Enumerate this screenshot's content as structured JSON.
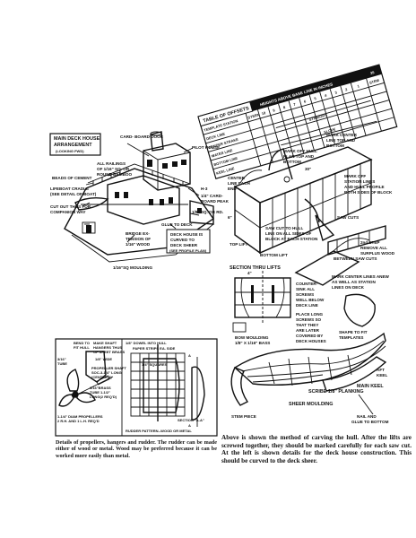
{
  "offsets_table": {
    "title": "TABLE OF OFFSETS",
    "heights_header": "HEIGHTS ABOVE BASE LINE IN INCHES",
    "col_stern": "STERN",
    "col_numbers": [
      "10",
      "9",
      "8",
      "7",
      "6",
      "5",
      "4",
      "3",
      "2",
      "1"
    ],
    "col_stem": "STEM",
    "rows": [
      "TEMPLATE STATION",
      "DECK LINE",
      "FENDER STRAKE",
      "WATER LINE",
      "BOTTOM LINE",
      "KEEL LINE"
    ],
    "note_straight": "STRAIGHT",
    "note_slope": "SLOPE"
  },
  "deck_house": {
    "title": "MAIN DECK HOUSE ARRANGEMENT",
    "subtitle": "(LOOKING FWD)",
    "labels": {
      "card_board_door": "CARD- BOARD DOOR",
      "pilot_house": "PILOT HOUSE",
      "railings": "ALL RAILINGS OF 1/16\" SQ. OR ROUND BAMBOO",
      "beads": "BEADS OF CEMENT",
      "lifeboat": "LIFEBOAT CRADLE (SEE DETAIL OF BOAT)",
      "cut_out": "CUT OUT THUS FOR COMPANION WAY",
      "card_peak": "1/4\" CARD- BOARD PEAK",
      "rd": "1/8\" SQ. OR RD.",
      "glue": "GLUE TO DECK",
      "bridge": "BRIDGE EX- TENSION OF 1/16\" WOOD",
      "curved": "DECK HOUSE IS CURVED TO DECK SHEER",
      "see_profile": "(SEE PROFILE PLAN)",
      "moulding": "1/16\"SQ MOULDING",
      "h3": "H-3"
    }
  },
  "hull": {
    "labels": {
      "mark_off_hull": "MARK OFF HULL PLAN TOP AND BOTTOM",
      "mark_center": "MARK CENTER LINE TOP AND BOTTOM",
      "center_line": "CENTER LINE EACH END",
      "mark_stations": "MARK OFF STATION LINES AND HULL PROFILE BOTH SIDES OF BLOCK",
      "dim_30": "30\"",
      "dim_6": "6\"",
      "saw_cut": "SAW CUT TO HULL LINE ON ALL SIDES OF BLOCK AT EACH STATION",
      "saw_cuts": "SAW CUTS",
      "top_lift": "TOP LIFT",
      "bottom_lift": "BOTTOM LIFT",
      "step2": "2nd STEP REMOVE ALL SURPLUS WOOD BETWEEN SAW CUTS",
      "section": "SECTION THRU LIFTS",
      "countersink": "COUNTER- SINK ALL SCREWS WELL BELOW DECK LINE",
      "long_screws": "PLACE LONG SCREWS SO THAT THEY ARE LATER COVERED BY DECK HOUSES",
      "mark_center2": "MARK CENTER LINES ANEW AS WELL AS STATION LINES ON DECK",
      "shape_fit": "SHAPE TO FIT TEMPLATES",
      "bow_moulding": "BOW MOULDING 1/8\" X 1/16\" BASS",
      "aft_keel": "AFT KEEL",
      "main_keel": "MAIN KEEL",
      "scribe": "SCRIBE 1/8\" PLANKING",
      "sheer": "SHEER MOULDING",
      "stem": "STEM PIECE",
      "nail_glue": "NAIL AND GLUE TO BOTTOM",
      "dim_4": "4\"",
      "dim_4b": "4\""
    }
  },
  "propellers": {
    "labels": {
      "bend": "BEND TO FIT HULL",
      "shaft": "MAKE SHAFT HANGERS THUS OF SHEET BRASS",
      "wide": "1/8\" WIDE",
      "prop_shaft": "PROPELLER SHAFT SOC-3-1/4\" LONG (CENTER-2)",
      "tube_316": "3/16\" TUBE",
      "brass": "3/16\"BRASS TUBE 1-1/2\" LONG (2 REQ'D)",
      "diam": "1-1/4\" DIAM PROPELLERS 2 R.H. AND 1 L.H. REQ'D",
      "dowel": "1/8\" DOWEL INTO HULL",
      "paper": "PAPER STRIPS EA. SIDE",
      "squares": "1/4\" SQUARES",
      "rudder": "RUDDER PATTERN--WOOD OR METAL",
      "section": "SECTION \"A-A\"",
      "a": "A"
    }
  },
  "captions": {
    "left": "Details of propellers, hangers and rudder. The rudder can be made either of wood or metal. Wood may be preferred because it can be worked more easily than metal.",
    "right": "Above is shown the method of carving the hull. After the lifts are screwed together, they should be marked carefully for each saw cut. At the left is shown details for the deck house construction. This should be curved to the deck sheer."
  },
  "page_mark": "35"
}
